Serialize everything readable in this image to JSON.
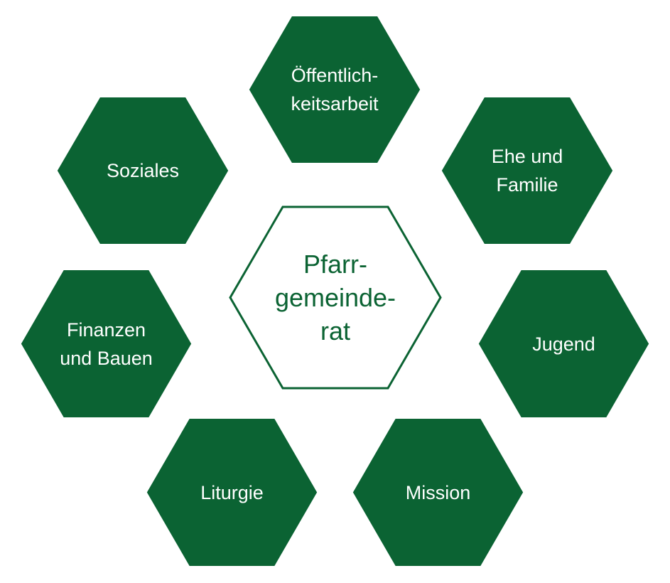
{
  "colors": {
    "fill": "#0b6333",
    "stroke": "#0b6333",
    "center_fill": "#ffffff",
    "text": "#ffffff"
  },
  "center": {
    "lines": [
      "Pfarr-",
      "gemeinde-",
      "rat"
    ]
  },
  "nodes": [
    {
      "id": "oeffentlichkeitsarbeit",
      "lines": [
        "Öffentlich-",
        "keitsarbeit"
      ]
    },
    {
      "id": "soziales",
      "lines": [
        "Soziales"
      ]
    },
    {
      "id": "ehe-und-familie",
      "lines": [
        "Ehe und",
        "Familie"
      ]
    },
    {
      "id": "finanzen-und-bauen",
      "lines": [
        "Finanzen",
        "und Bauen"
      ]
    },
    {
      "id": "jugend",
      "lines": [
        "Jugend"
      ]
    },
    {
      "id": "liturgie",
      "lines": [
        "Liturgie"
      ]
    },
    {
      "id": "mission",
      "lines": [
        "Mission"
      ]
    }
  ]
}
